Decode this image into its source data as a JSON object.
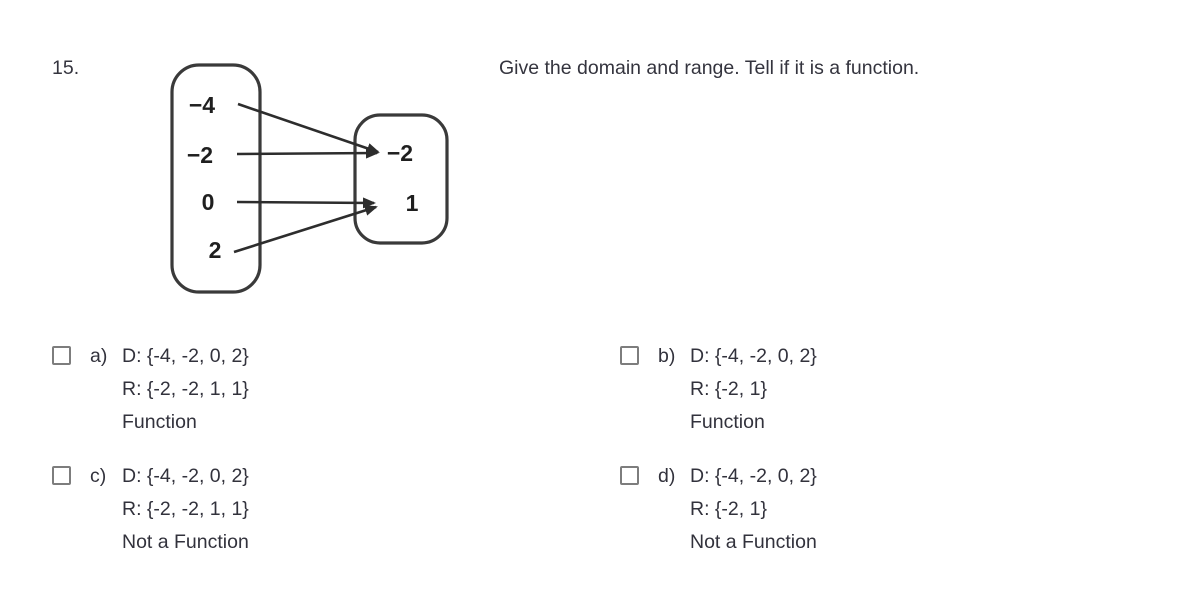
{
  "question": {
    "number": "15.",
    "prompt": "Give the domain and range. Tell if it is a function."
  },
  "diagram": {
    "domain_values": [
      "−4",
      "−2",
      "0",
      "2"
    ],
    "range_values": [
      "−2",
      "1"
    ],
    "mappings": [
      {
        "from": "-4",
        "to": "-2"
      },
      {
        "from": "-2",
        "to": "-2"
      },
      {
        "from": "0",
        "to": "1"
      },
      {
        "from": "2",
        "to": "1"
      }
    ],
    "stroke_color": "#2d2d2d"
  },
  "options": [
    {
      "id": "a",
      "label": "a)",
      "domain": "D: {-4, -2, 0, 2}",
      "range": "R: {-2, -2, 1, 1}",
      "conclusion": "Function",
      "checked": false
    },
    {
      "id": "b",
      "label": "b)",
      "domain": "D: {-4, -2, 0, 2}",
      "range": "R: {-2, 1}",
      "conclusion": "Function",
      "checked": false
    },
    {
      "id": "c",
      "label": "c)",
      "domain": "D: {-4, -2, 0, 2}",
      "range": "R: {-2, -2, 1, 1}",
      "conclusion": "Not a Function",
      "checked": false
    },
    {
      "id": "d",
      "label": "d)",
      "domain": "D: {-4, -2, 0, 2}",
      "range": "R: {-2, 1}",
      "conclusion": "Not a Function",
      "checked": false
    }
  ],
  "colors": {
    "text": "#32323c",
    "diagram_stroke": "#2d2d2d",
    "checkbox_border": "#7d7d7d",
    "background": "#ffffff"
  }
}
